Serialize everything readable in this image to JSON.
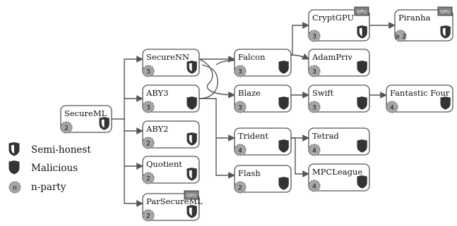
{
  "nodes": [
    {
      "id": "secureml",
      "label": "SecureML",
      "party": "2",
      "model": "semi-honest",
      "gpu": false
    },
    {
      "id": "securenn",
      "label": "SecureNN",
      "party": "3",
      "model": "semi-honest",
      "gpu": false
    },
    {
      "id": "aby3",
      "label": "ABY3",
      "party": "3",
      "model": "malicious",
      "gpu": false
    },
    {
      "id": "aby2",
      "label": "ABY2",
      "party": "2",
      "model": "semi-honest",
      "gpu": false
    },
    {
      "id": "quotient",
      "label": "Quotient",
      "party": "2",
      "model": "semi-honest",
      "gpu": false
    },
    {
      "id": "parsecureml",
      "label": "ParSecureML",
      "party": "2",
      "model": "semi-honest",
      "gpu": true
    },
    {
      "id": "falcon",
      "label": "Falcon",
      "party": "3",
      "model": "malicious",
      "gpu": false
    },
    {
      "id": "blaze",
      "label": "Blaze",
      "party": "3",
      "model": "malicious",
      "gpu": false
    },
    {
      "id": "trident",
      "label": "Trident",
      "party": "4",
      "model": "malicious",
      "gpu": false
    },
    {
      "id": "flash",
      "label": "Flash",
      "party": "2",
      "model": "malicious",
      "gpu": false
    },
    {
      "id": "cryptgpu",
      "label": "CryptGPU",
      "party": "3",
      "model": "semi-honest",
      "gpu": true
    },
    {
      "id": "adampriv",
      "label": "AdamPriv",
      "party": "3",
      "model": "malicious",
      "gpu": false
    },
    {
      "id": "swift",
      "label": "Swift",
      "party": "3",
      "model": "malicious",
      "gpu": false
    },
    {
      "id": "tetrad",
      "label": "Tetrad",
      "party": "4",
      "model": "malicious",
      "gpu": false
    },
    {
      "id": "mpcleague",
      "label": "MPCLeague",
      "party": "4",
      "model": "malicious",
      "gpu": false
    },
    {
      "id": "piranha",
      "label": "Piranha",
      "party": "≥ 2",
      "model": "semi-honest",
      "gpu": true
    },
    {
      "id": "fantasticfour",
      "label": "Fantastic Four",
      "party": "4",
      "model": "malicious",
      "gpu": false
    }
  ],
  "gpu_badge": "GPU",
  "legend": [
    {
      "key": "semi-honest",
      "label": "Semi-honest"
    },
    {
      "key": "malicious",
      "label": "Malicious"
    },
    {
      "key": "n-party",
      "label": "n-party",
      "symbol": "n"
    }
  ],
  "colors": {
    "line": "#555555",
    "shield": "#333333",
    "badge_fill": "#a6a6a6",
    "gpu_fill": "#808080"
  }
}
